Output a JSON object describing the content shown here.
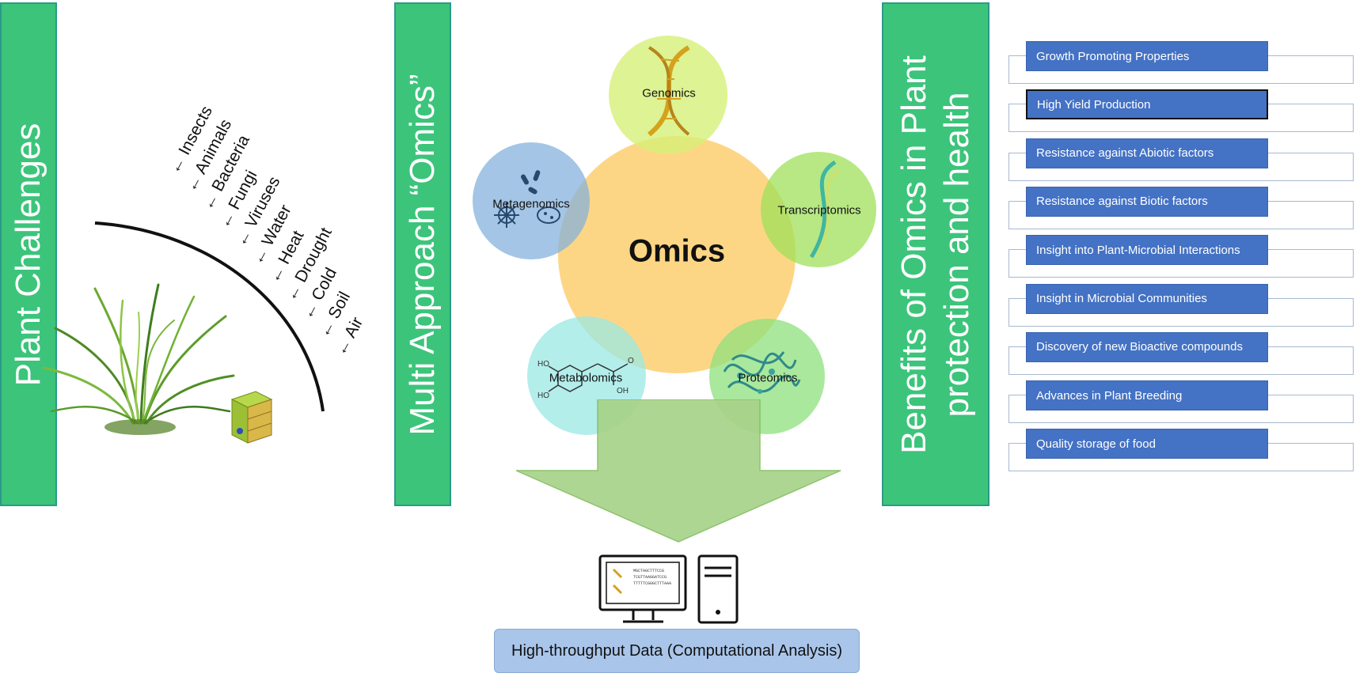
{
  "panels": {
    "left_title": "Plant Challenges",
    "middle_title": "Multi Approach “Omics”",
    "right_title_line1": "Benefits of Omics in Plant",
    "right_title_line2": "protection and health"
  },
  "challenges": [
    "Insects",
    "Animals",
    "Bacteria",
    "Fungi",
    "Viruses",
    "Water",
    "Heat",
    "Drought",
    "Cold",
    "Soil",
    "Air"
  ],
  "omics": {
    "center": "Omics",
    "genomics": "Genomics",
    "transcriptomics": "Transcriptomics",
    "proteomics": "Proteomics",
    "metabolomics": "Metabolomics",
    "metagenomics": "Metagenomics"
  },
  "computer_screen_lines": [
    "MGCTAGCTTTCCG",
    "TCGTTAAGGATCCG",
    "TTTTTCGGGCTTTAAA"
  ],
  "bottom_label": "High-throughput Data (Computational Analysis)",
  "benefits": [
    "Growth Promoting Properties",
    "High Yield Production",
    "Resistance against Abiotic factors",
    "Resistance against Biotic factors",
    "Insight into Plant-Microbial Interactions",
    "Insight in Microbial Communities",
    "Discovery of new Bioactive compounds",
    "Advances in Plant Breeding",
    "Quality storage of food"
  ],
  "colors": {
    "panel_green": "#3cc47b",
    "benefit_blue": "#4472c4",
    "center_circle": "#fdd47e",
    "arrow_green": "#a7d389"
  }
}
